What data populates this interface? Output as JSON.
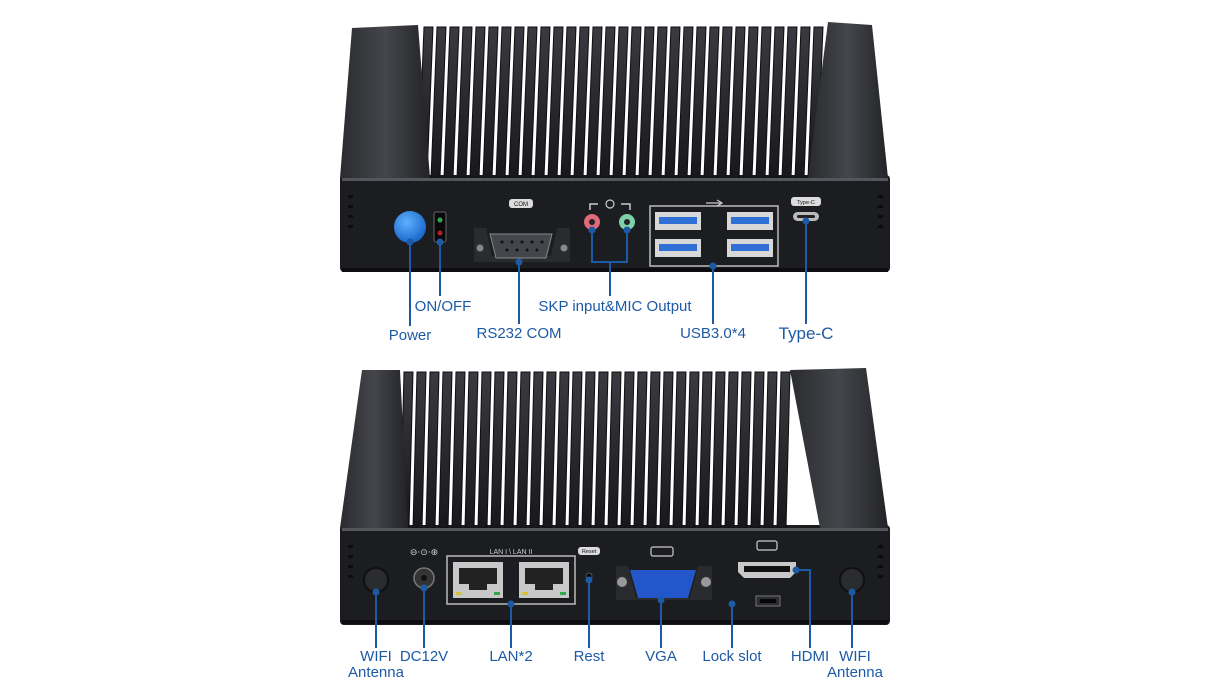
{
  "colors": {
    "label": "#1d5aa6",
    "leader": "#1d5aa6",
    "chassis": "#1a1b1e",
    "fins": "#2a2b2f",
    "power_button": "#1f7fe0",
    "usb_blue": "#2f6fd6",
    "vga_blue": "#2356c8",
    "audio_pink": "#e06a7a",
    "audio_green": "#7fd0a8"
  },
  "device_markings": {
    "com": "COM",
    "lan": "LAN I \\ LAN II",
    "reset": "Reset",
    "type_c": "Type-C"
  },
  "front_labels": {
    "power": "Power",
    "on_off": "ON/OFF",
    "rs232": "RS232 COM",
    "audio": "SKP input&MIC Output",
    "usb": "USB3.0*4",
    "type_c": "Type-C"
  },
  "back_labels": {
    "wifi_left_1": "WIFI",
    "wifi_left_2": "Antenna",
    "dc": "DC12V",
    "lan": "LAN*2",
    "reset": "Rest",
    "vga": "VGA",
    "lock": "Lock slot",
    "hdmi": "HDMI",
    "wifi_right_1": "WIFI",
    "wifi_right_2": "Antenna"
  }
}
